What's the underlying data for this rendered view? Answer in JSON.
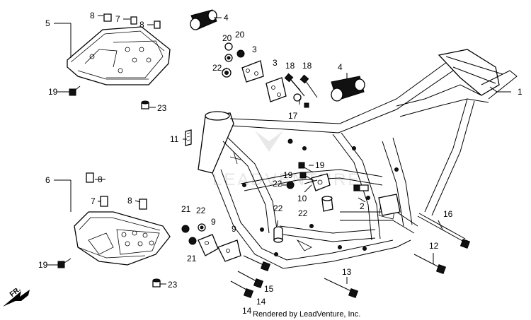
{
  "watermark": "LEADVENTURE",
  "footer": "Rendered by LeadVenture, Inc.",
  "front_arrow": "FR.",
  "callouts": {
    "c1": "1",
    "c2": "2",
    "c3a": "3",
    "c3b": "3",
    "c4a": "4",
    "c4b": "4",
    "c5": "5",
    "c6": "6",
    "c7a": "7",
    "c7b": "7",
    "c8a": "8",
    "c8b": "8",
    "c8c": "8",
    "c8d": "8",
    "c9a": "9",
    "c9b": "9",
    "c10": "10",
    "c11": "11",
    "c12": "12",
    "c13": "13",
    "c14a": "14",
    "c14b": "14",
    "c15": "15",
    "c16": "16",
    "c17": "17",
    "c18a": "18",
    "c18b": "18",
    "c19a": "19",
    "c19b": "19",
    "c19c": "19",
    "c19d": "19",
    "c20a": "20",
    "c20b": "20",
    "c21a": "21",
    "c21b": "21",
    "c22a": "22",
    "c22b": "22",
    "c22c": "22",
    "c22d": "22",
    "c22e": "22",
    "c23a": "23",
    "c23b": "23"
  }
}
